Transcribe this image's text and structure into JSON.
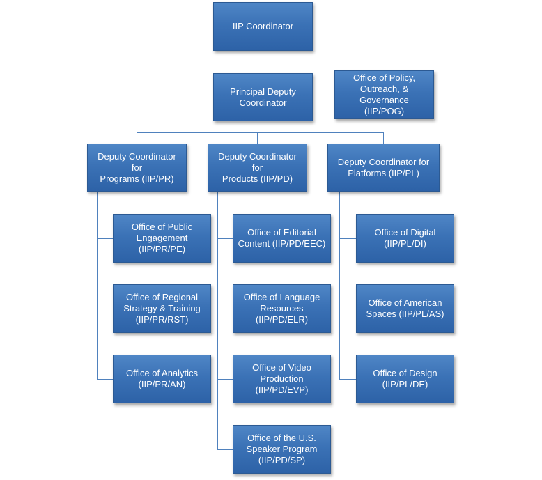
{
  "org_chart": {
    "coordinator": "IIP Coordinator",
    "principal_deputy": "Principal Deputy\nCoordinator",
    "policy_office": "Office of Policy,\nOutreach, &\nGovernance (IIP/POG)",
    "deputies": [
      {
        "label": "Deputy Coordinator for\nPrograms (IIP/PR)",
        "offices": [
          "Office of Public\nEngagement\n(IIP/PR/PE)",
          "Office of Regional\nStrategy & Training\n(IIP/PR/RST)",
          "Office of Analytics\n(IIP/PR/AN)"
        ]
      },
      {
        "label": "Deputy Coordinator for\nProducts (IIP/PD)",
        "offices": [
          "Office of Editorial\nContent (IIP/PD/EEC)",
          "Office of Language\nResources (IIP/PD/ELR)",
          "Office of Video\nProduction\n(IIP/PD/EVP)",
          "Office of the U.S.\nSpeaker Program\n(IIP/PD/SP)"
        ]
      },
      {
        "label": "Deputy Coordinator for\nPlatforms (IIP/PL)",
        "offices": [
          "Office of Digital\n(IIP/PL/DI)",
          "Office of American\nSpaces (IIP/PL/AS)",
          "Office of Design\n(IIP/PL/DE)"
        ]
      }
    ]
  },
  "colors": {
    "box": "#3b72b6",
    "line": "#4f81bd",
    "text": "#ffffff"
  }
}
